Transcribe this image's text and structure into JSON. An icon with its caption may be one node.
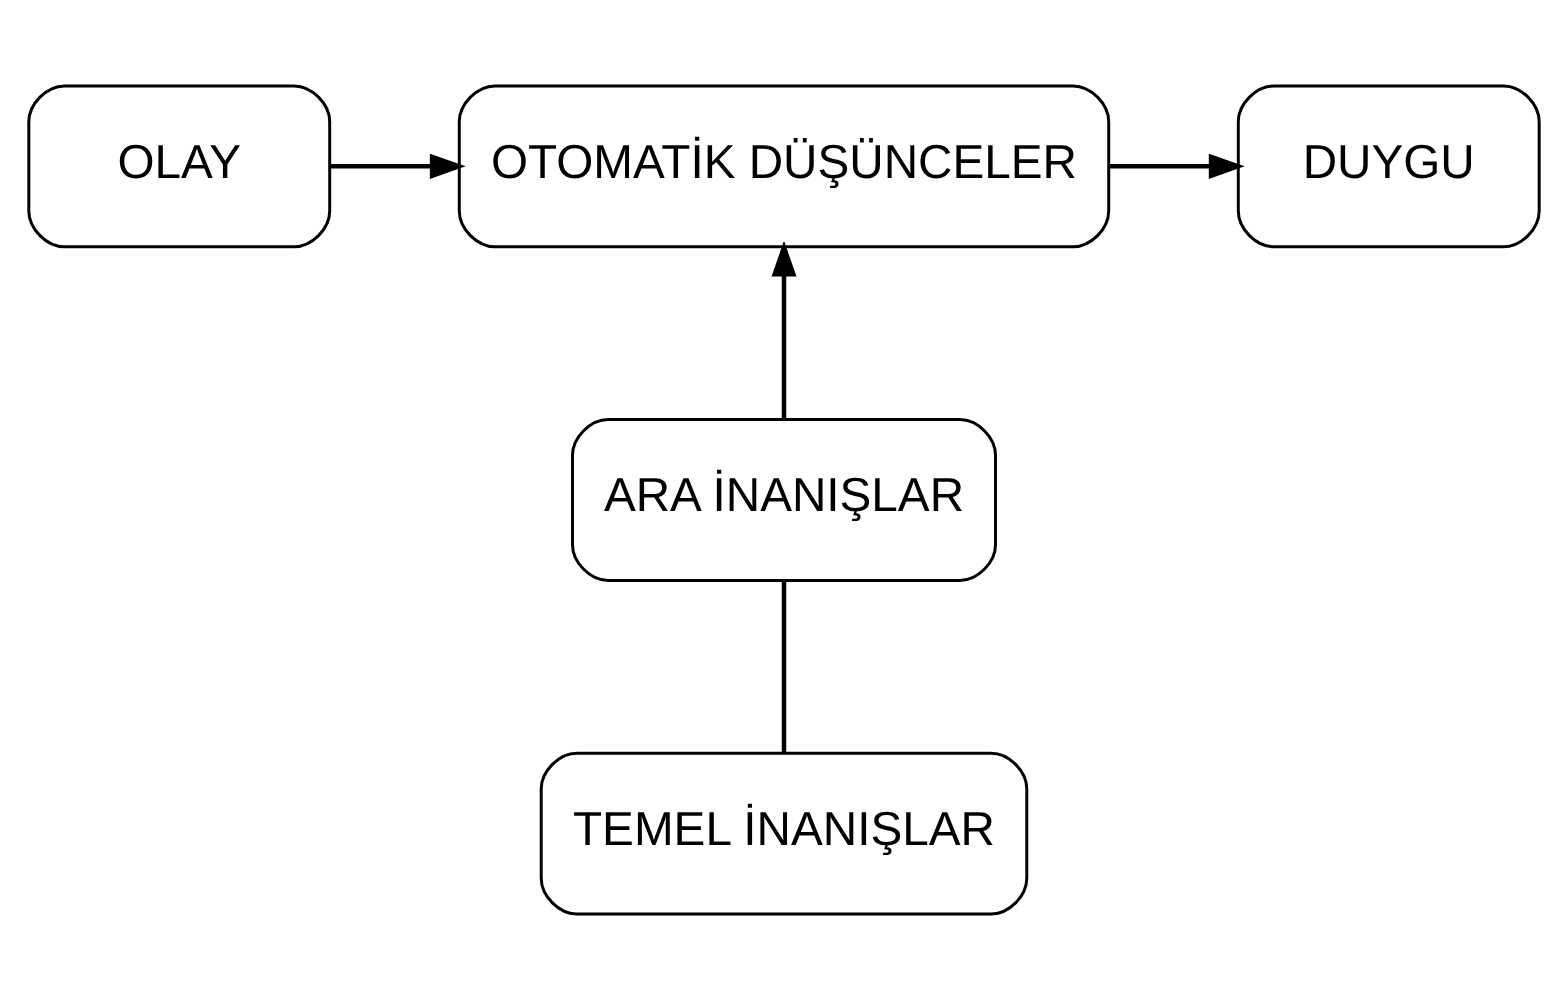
{
  "diagram": {
    "nodes": [
      {
        "text": [
          "OLAY"
        ]
      },
      {
        "text": [
          "OTOMATİK DÜŞÜNCELER"
        ]
      },
      {
        "text": [
          "DUYGU"
        ]
      },
      {
        "text": [
          "ARA İNANIŞLAR"
        ]
      },
      {
        "text": [
          "TEMEL İNANIŞLAR"
        ]
      }
    ],
    "edges": [
      {
        "from": 0,
        "to": 1,
        "arrow": "to"
      },
      {
        "from": 1,
        "to": 2,
        "arrow": "to"
      },
      {
        "from": 3,
        "to": 1,
        "arrow": "to"
      },
      {
        "from": 4,
        "to": 3,
        "arrow": "none"
      }
    ]
  }
}
